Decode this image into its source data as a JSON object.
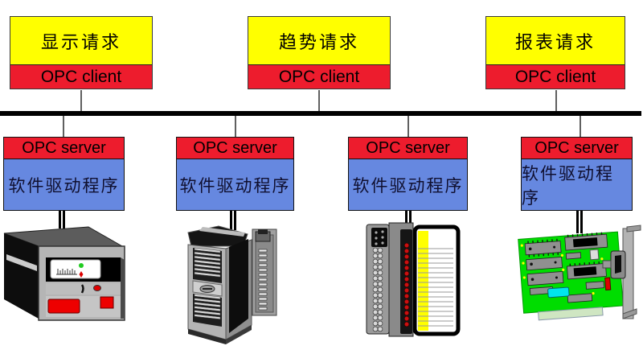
{
  "clients": [
    {
      "request_label": "显示请求",
      "role_label": "OPC client"
    },
    {
      "request_label": "趋势请求",
      "role_label": "OPC client"
    },
    {
      "request_label": "报表请求",
      "role_label": "OPC client"
    }
  ],
  "servers": [
    {
      "role_label": "OPC server",
      "driver_label": "软件驱动程序",
      "device": "panel-meter"
    },
    {
      "role_label": "OPC server",
      "driver_label": "软件驱动程序",
      "device": "server-tower"
    },
    {
      "role_label": "OPC server",
      "driver_label": "软件驱动程序",
      "device": "plc-io-module"
    },
    {
      "role_label": "OPC server",
      "driver_label": "软件驱动程序",
      "device": "interface-card"
    }
  ],
  "colors": {
    "request_box": "#ffff00",
    "opc_bar": "#ed1c2d",
    "driver_box": "#6688e0",
    "bus_line": "#000000",
    "pcb_green": "#00dd00"
  }
}
